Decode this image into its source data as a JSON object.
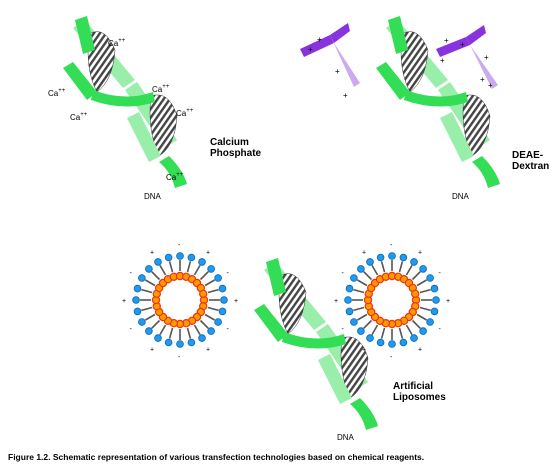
{
  "calcium_panel": {
    "ion_label": "Ca",
    "ion_charge": "++",
    "reagent_line1": "Calcium",
    "reagent_line2": "Phosphate",
    "dna_label": "DNA"
  },
  "deae_panel": {
    "reagent_line1": "DEAE-",
    "reagent_line2": "Dextran",
    "dna_label": "DNA",
    "charge_symbol": "+"
  },
  "liposome_panel": {
    "reagent_line1": "Artificial",
    "reagent_line2": "Liposomes",
    "dna_label": "DNA",
    "plus_symbol": "+",
    "minus_symbol": "-"
  },
  "caption": "Figure 1.2.  Schematic representation of various transfection technologies based on chemical reagents.",
  "colors": {
    "dna_green": "#33dd55",
    "dna_light_green": "#99eeaa",
    "dna_stripe": "#444444",
    "deae_purple": "#8833dd",
    "deae_light_purple": "#ccaaee",
    "lipid_head_blue": "#2299ee",
    "lipid_head_red": "#ee3311",
    "lipid_head_orange": "#ff9900"
  }
}
